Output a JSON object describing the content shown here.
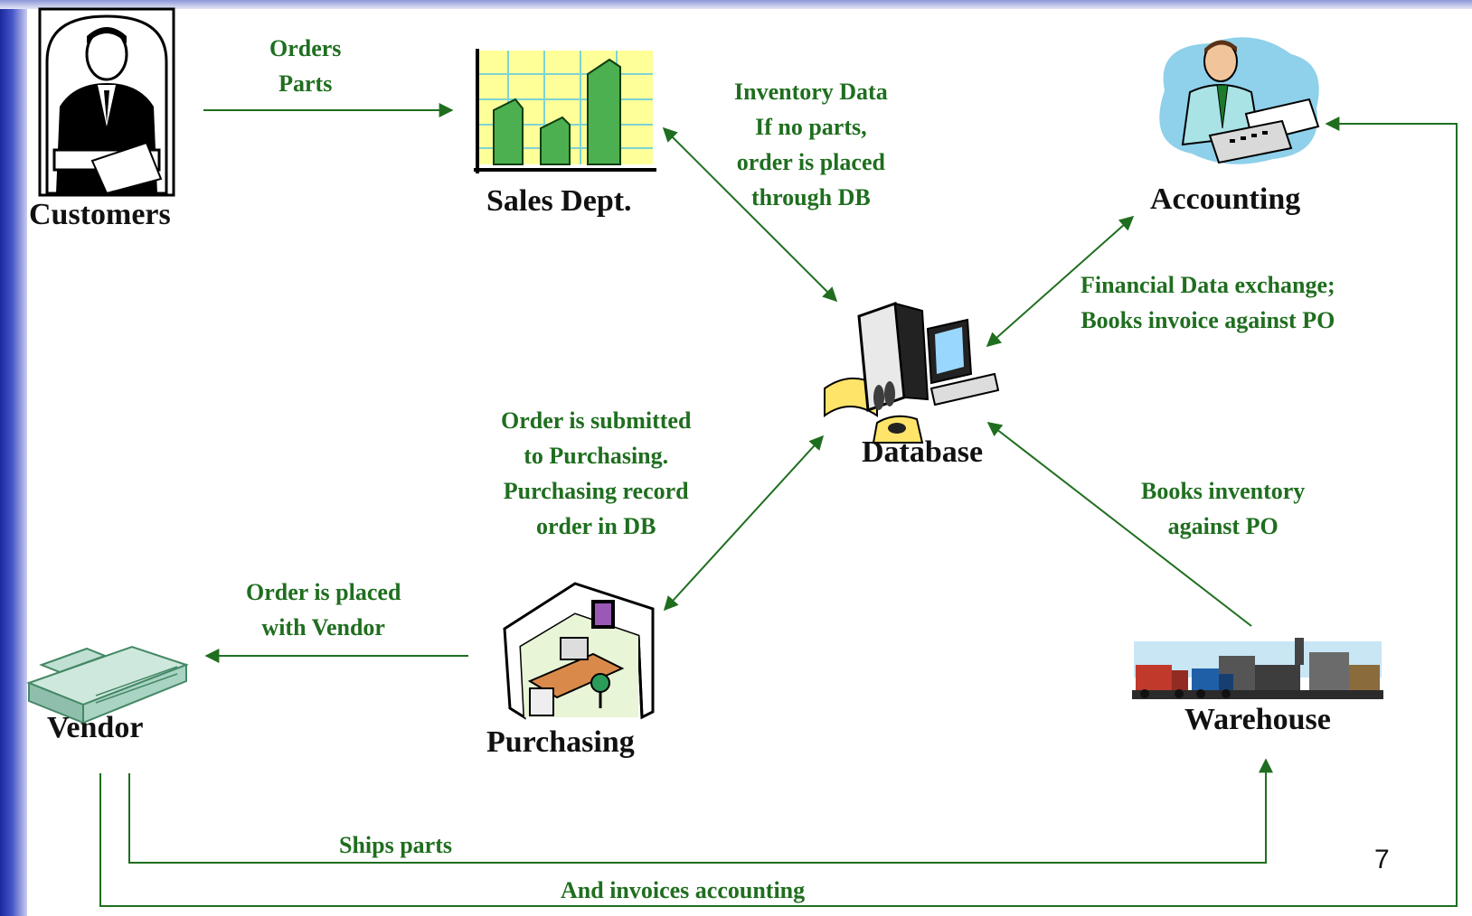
{
  "nodes": {
    "customers": "Customers",
    "sales": "Sales Dept.",
    "accounting": "Accounting",
    "database": "Database",
    "vendor": "Vendor",
    "purchasing": "Purchasing",
    "warehouse": "Warehouse"
  },
  "annotations": {
    "orders_parts": [
      "Orders",
      "Parts"
    ],
    "inventory": [
      "Inventory Data",
      "If no parts,",
      "order is placed",
      "through DB"
    ],
    "financial": [
      "Financial Data exchange;",
      "Books invoice against PO"
    ],
    "submitted": [
      "Order is submitted",
      "to Purchasing.",
      "Purchasing record",
      "order in DB"
    ],
    "placed": [
      "Order is placed",
      "with Vendor"
    ],
    "books_inventory": [
      "Books inventory",
      "against PO"
    ],
    "ships": "Ships parts",
    "invoices": "And invoices accounting"
  },
  "page_number": "7",
  "colors": {
    "arrow": "#1f6e1f",
    "annotation_text": "#1f6e1f",
    "label_text": "#111111",
    "side_band": "#2b3bb0"
  },
  "icons": [
    "businessman-icon",
    "sales-chart-icon",
    "accountant-icon",
    "database-computer-icon",
    "factory-building-icon",
    "office-cubicle-icon",
    "warehouse-trucks-icon"
  ]
}
